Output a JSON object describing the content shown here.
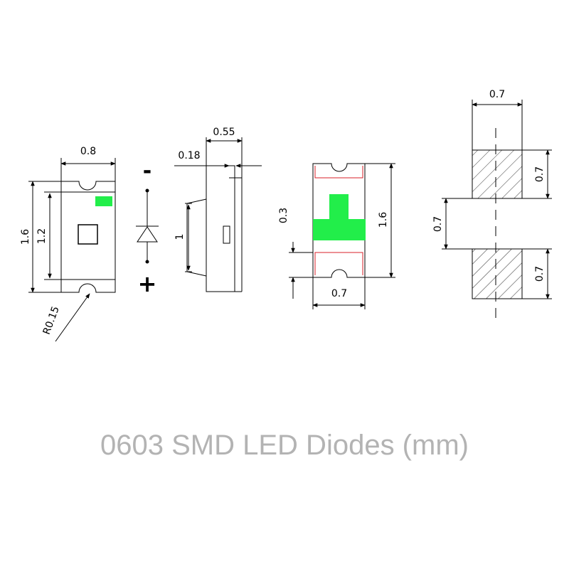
{
  "caption": "0603 SMD LED Diodes (mm)",
  "colors": {
    "line": "#000000",
    "emitter": "#22ee4a",
    "pad_outline": "#d9202a",
    "caption": "#b3b3b3"
  },
  "top_view": {
    "width": "0.8",
    "length": "1.6",
    "inner_length": "1.2",
    "notch_radius": "R0.15"
  },
  "symbol": {
    "minus": "-",
    "plus": "+"
  },
  "side_view": {
    "height": "0.55",
    "lens": "0.18",
    "lead": "1"
  },
  "bottom_view": {
    "length": "1.6",
    "pad_height": "0.3",
    "pad_width": "0.7"
  },
  "footprint": {
    "pad_width": "0.7",
    "pad_length_top": "0.7",
    "gap": "0.7",
    "pad_length_bottom": "0.7"
  }
}
